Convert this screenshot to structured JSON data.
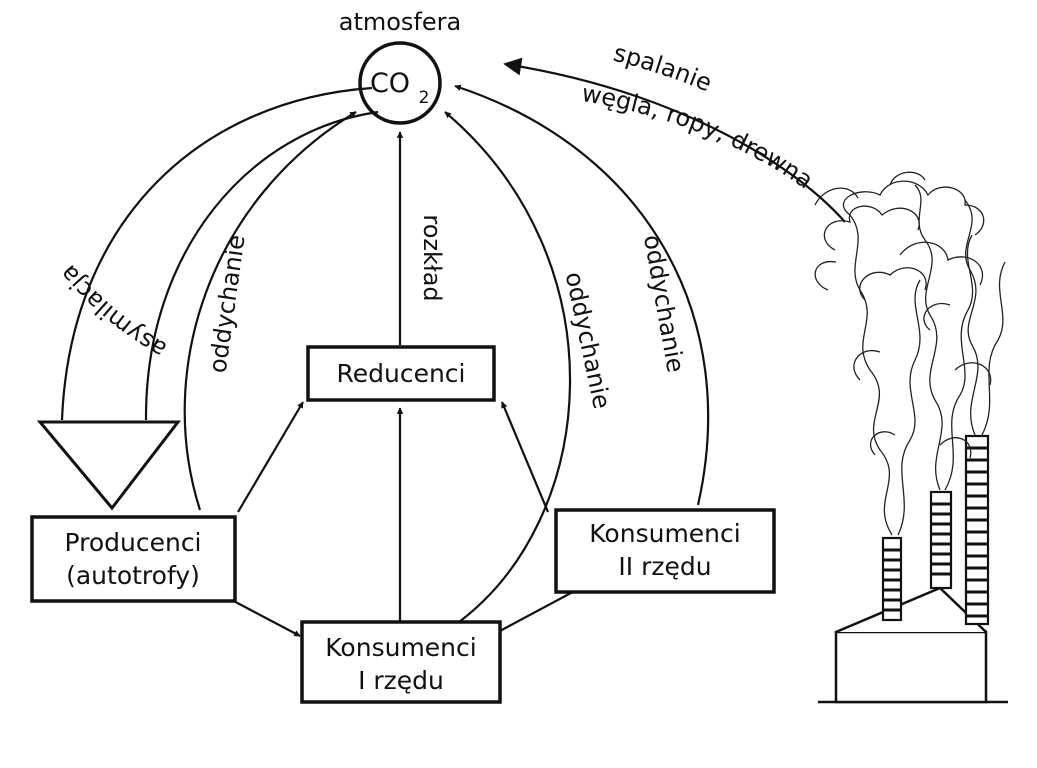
{
  "diagram": {
    "atmosphere_label": "atmosfera",
    "co2": {
      "main": "CO",
      "sub": "2"
    },
    "boxes": {
      "reducers": "Reducenci",
      "producers_line1": "Producenci",
      "producers_line2": "(autotrofy)",
      "consumers1_line1": "Konsumenci",
      "consumers1_line2": "I rzędu",
      "consumers2_line1": "Konsumenci",
      "consumers2_line2": "II rzędu"
    },
    "arrows": {
      "assimilation": "asymilacja",
      "respiration_producers": "oddychanie",
      "decomposition": "rozkład",
      "respiration_consumers1": "oddychanie",
      "respiration_consumers2": "oddychanie",
      "burning_line1": "spalanie",
      "burning_line2": "węgla, ropy, drewna"
    },
    "icons": [
      "factory-icon",
      "smoke-icon"
    ]
  }
}
